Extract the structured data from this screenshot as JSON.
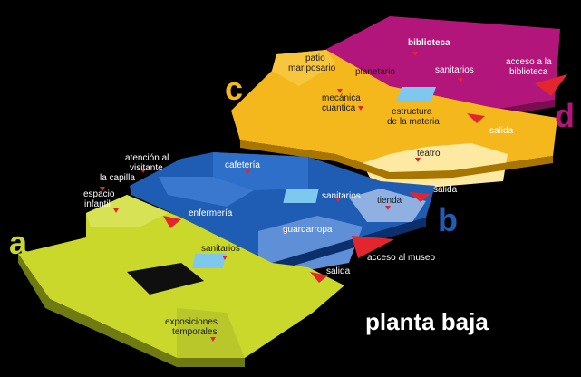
{
  "map": {
    "title": "planta baja",
    "zones": {
      "a": {
        "letter": "a",
        "color": "#c9d82b"
      },
      "b": {
        "letter": "b",
        "color": "#1f5cb3"
      },
      "c": {
        "letter": "c",
        "color": "#f5b81c"
      },
      "d": {
        "letter": "d",
        "color": "#b3167a"
      }
    },
    "rooms": {
      "biblioteca": "biblioteca",
      "acceso_biblioteca": [
        "acceso a la",
        "biblioteca"
      ],
      "sanitarios_d": "sanitarios",
      "patio": [
        "patio",
        "mariposario"
      ],
      "planetario": "planetario",
      "mecanica": [
        "mecánica",
        "cuántica"
      ],
      "estructura": [
        "estructura",
        "de la materia"
      ],
      "salida_c": "salida",
      "teatro": "teatro",
      "atencion": [
        "atención al",
        "visitante"
      ],
      "cafeteria": "cafetería",
      "capilla": "la capilla",
      "espacio": [
        "espacio",
        "infantil"
      ],
      "enfermeria": "enfermería",
      "sanitarios_b": "sanitarios",
      "tienda": "tienda",
      "salida_b": "salida",
      "guardarropa": "guardarropa",
      "acceso_museo": "acceso al museo",
      "sanitarios_a": "sanitarios",
      "salida_a": "salida",
      "exposiciones": [
        "exposiciones",
        "temporales"
      ]
    }
  }
}
